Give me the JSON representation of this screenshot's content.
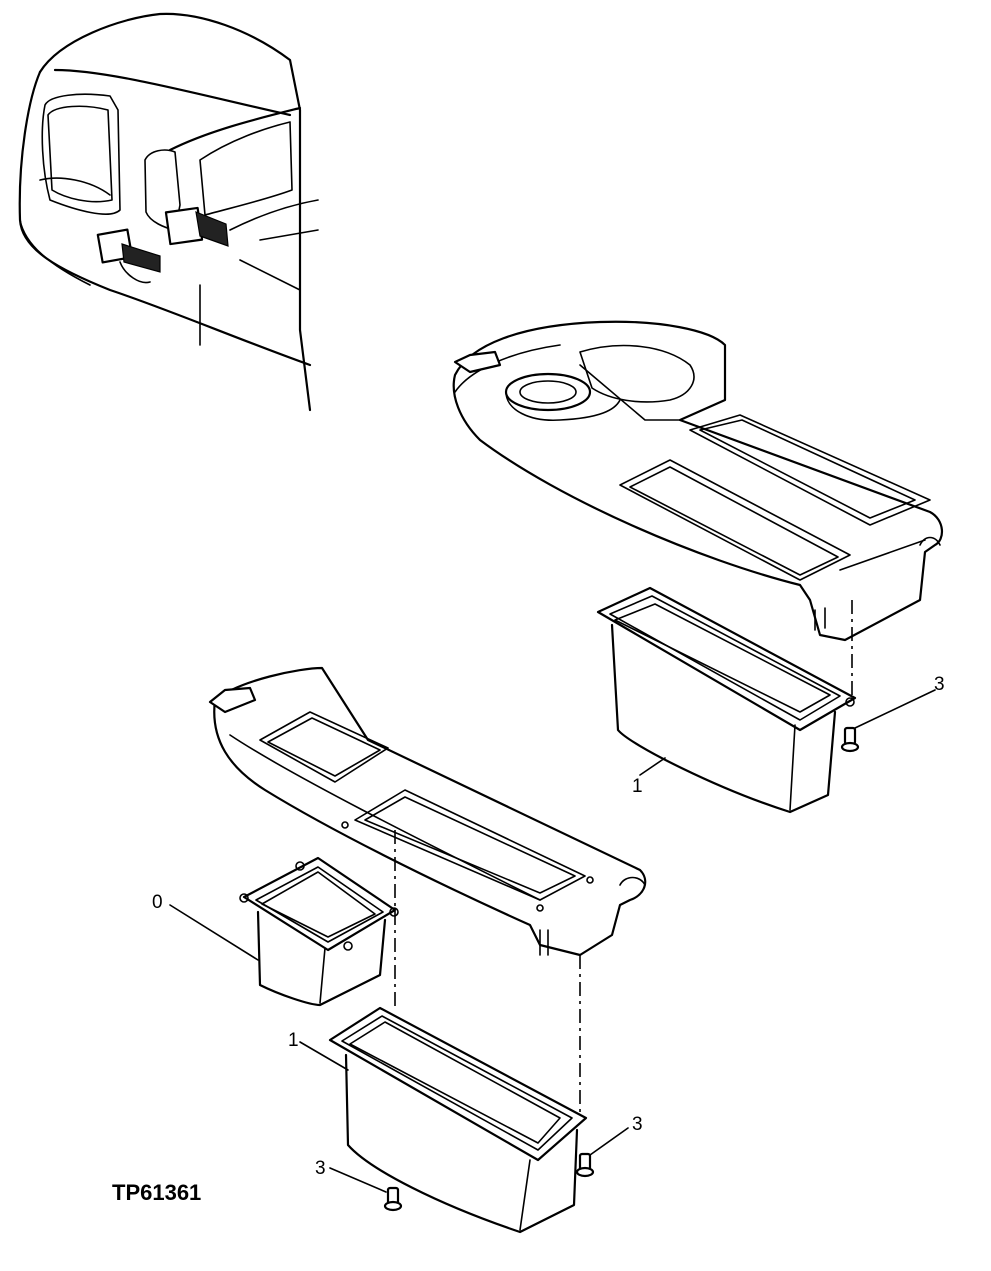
{
  "figure_id": "TP61361",
  "callouts": {
    "storage_box_upper": "1",
    "screw_upper": "3",
    "small_box": "0",
    "storage_box_lower": "1",
    "screw_lower_right": "3",
    "screw_lower_left": "3"
  }
}
